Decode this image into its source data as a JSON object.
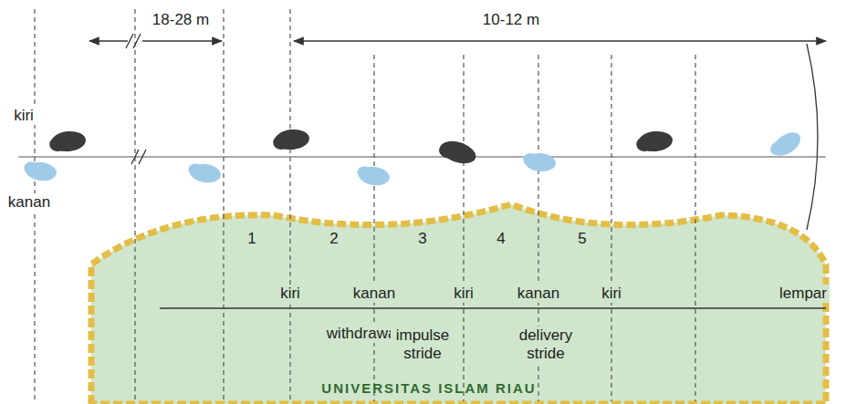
{
  "diagram": {
    "labels": [
      "18-28 m",
      "10-12 m",
      "kiri",
      "kanan",
      "1",
      "2",
      "3",
      "4",
      "5",
      "kiri",
      "kanan",
      "kiri",
      "kanan",
      "kiri",
      "lempar",
      "withdrawal",
      "impulse stride",
      "delivery stride",
      "UNIVERSITAS ISLAM RIAU"
    ]
  }
}
